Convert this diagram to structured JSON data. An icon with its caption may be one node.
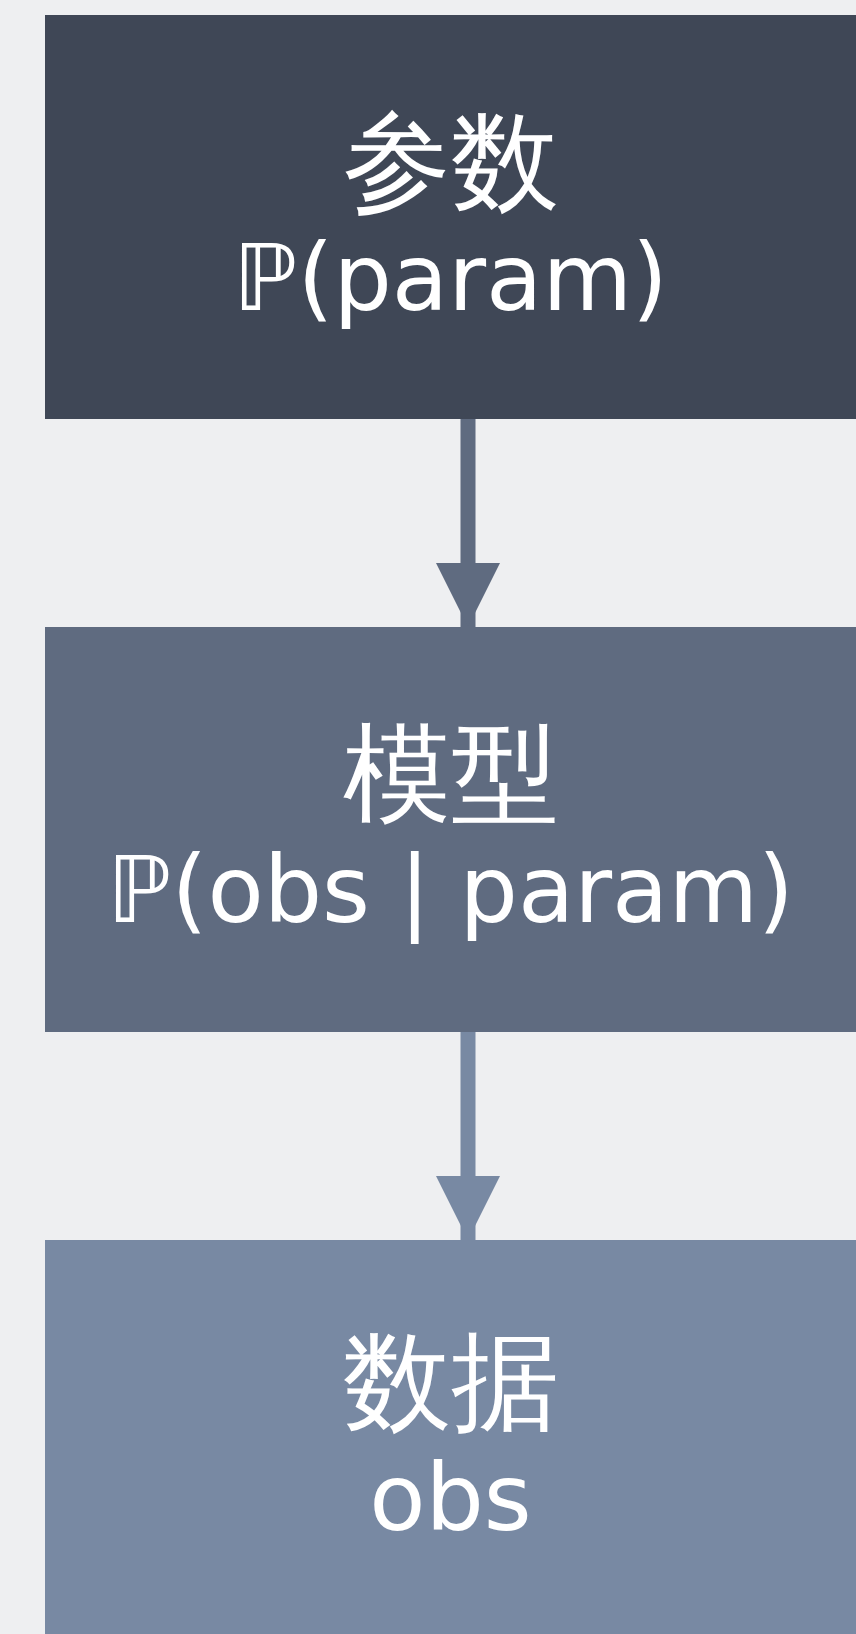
{
  "diagram": {
    "nodes": [
      {
        "text": [
          "参数",
          "ℙ(param)"
        ]
      },
      {
        "text": [
          "模型",
          "ℙ(obs | param)"
        ]
      },
      {
        "text": [
          "数据",
          "obs"
        ]
      }
    ],
    "edges": [
      {
        "from": 0,
        "to": 1,
        "arrow": "to",
        "color": "#5f6b80"
      },
      {
        "from": 1,
        "to": 2,
        "arrow": "to",
        "color": "#7889a3"
      }
    ]
  }
}
